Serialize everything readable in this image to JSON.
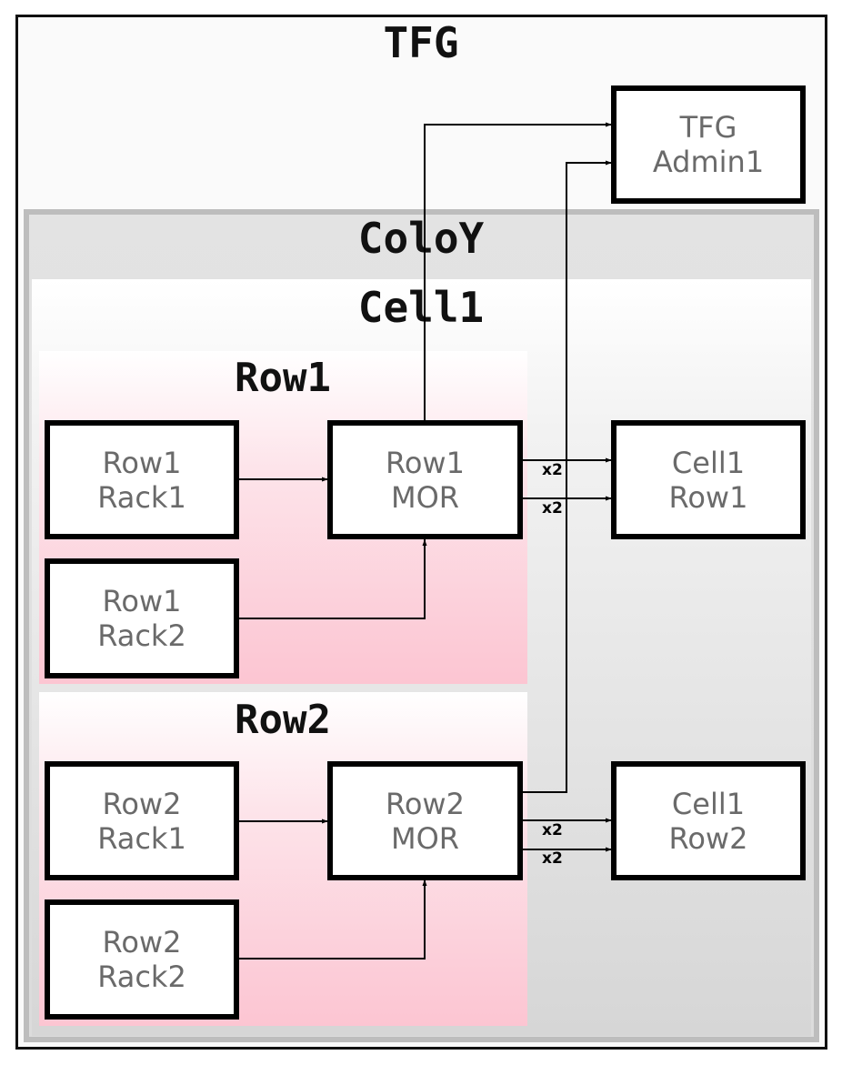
{
  "groups": {
    "tfg": "TFG",
    "colo": "ColoY",
    "cell": "Cell1",
    "row1": "Row1",
    "row2": "Row2"
  },
  "nodes": {
    "tfg_admin": {
      "line1": "TFG",
      "line2": "Admin1"
    },
    "row1_rack1": {
      "line1": "Row1",
      "line2": "Rack1"
    },
    "row1_mor": {
      "line1": "Row1",
      "line2": "MOR"
    },
    "row1_rack2": {
      "line1": "Row1",
      "line2": "Rack2"
    },
    "cell1_row1": {
      "line1": "Cell1",
      "line2": "Row1"
    },
    "row2_rack1": {
      "line1": "Row2",
      "line2": "Rack1"
    },
    "row2_mor": {
      "line1": "Row2",
      "line2": "MOR"
    },
    "row2_rack2": {
      "line1": "Row2",
      "line2": "Rack2"
    },
    "cell1_row2": {
      "line1": "Cell1",
      "line2": "Row2"
    }
  },
  "link_labels": {
    "row1_upper": "x2",
    "row1_lower": "x2",
    "row2_upper": "x2",
    "row2_lower": "x2"
  }
}
